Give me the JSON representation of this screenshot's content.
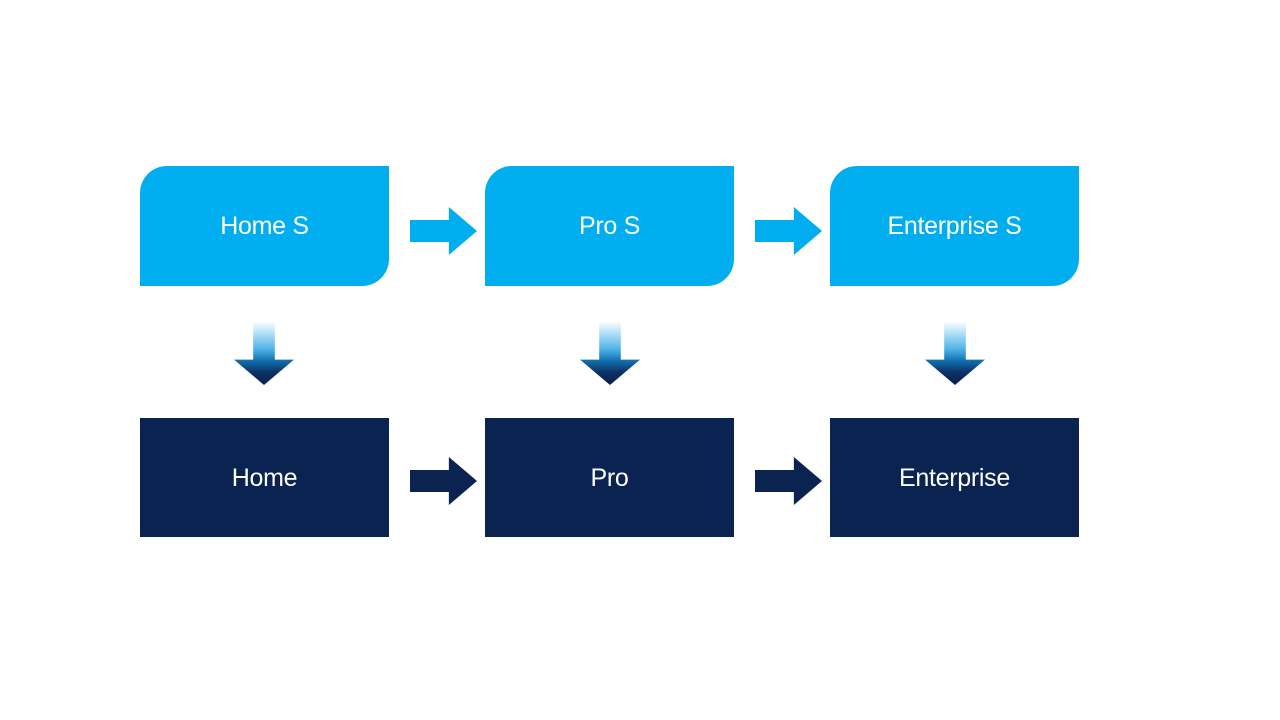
{
  "slide": {
    "colors": {
      "canvas_background": "#FFFFFF",
      "top_box_fill": "#00AEEF",
      "bottom_box_fill": "#0A2351",
      "label_text": "#FFFFFF",
      "down_arrow_gradient_top": "#FEFFFF",
      "down_arrow_gradient_mid": "#4FB3E7",
      "down_arrow_gradient_bottom": "#0A2351"
    },
    "columns": [
      {
        "top_label": "Home S",
        "bottom_label": "Home"
      },
      {
        "top_label": "Pro S",
        "bottom_label": "Pro"
      },
      {
        "top_label": "Enterprise S",
        "bottom_label": "Enterprise"
      }
    ]
  }
}
